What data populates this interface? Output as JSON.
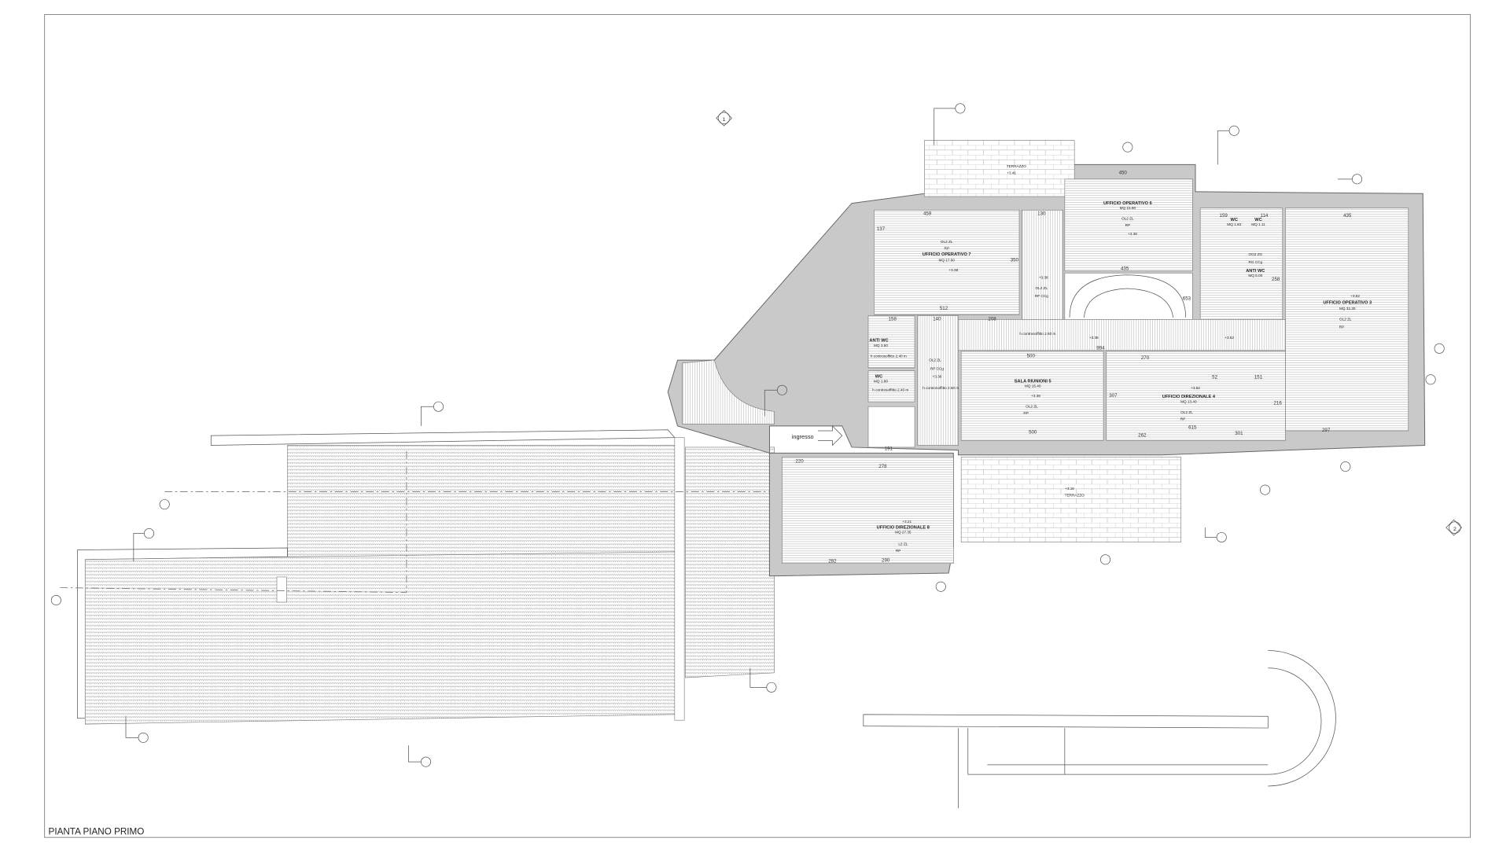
{
  "drawing": {
    "title": "PIANTA PIANO PRIMO",
    "grid_markers": [
      "1",
      "2"
    ],
    "entrance_label": "ingresso"
  },
  "rooms": [
    {
      "name": "UFFICIO OPERATIVO 7",
      "area": "MQ 17.60",
      "finish": "OL2  ZL",
      "floor": "RP",
      "level": "+3.38"
    },
    {
      "name": "UFFICIO OPERATIVO 6",
      "area": "MQ 15.90",
      "finish": "OL2  ZL",
      "floor": "RP",
      "level": "+3.38"
    },
    {
      "name": "UFFICIO OPERATIVO 3",
      "area": "MQ 32.30",
      "finish": "OL2  ZL",
      "floor": "RP",
      "level": "+3.52"
    },
    {
      "name": "SALA RIUNIONI 5",
      "area": "MQ 15.40",
      "finish": "OL2  ZL",
      "floor": "RP",
      "level": "+3.38"
    },
    {
      "name": "UFFICIO DIREZIONALE 4",
      "area": "MQ 13.40",
      "finish": "OL2  ZL",
      "floor": "RP",
      "level": "+3.52"
    },
    {
      "name": "UFFICIO DIREZIONALE 8",
      "area": "MQ 27.35",
      "finish": "L2  ZL",
      "floor": "RP",
      "level": "+3.21"
    },
    {
      "name": "ANTI WC",
      "area": "MQ 3.50",
      "ceiling": "h controsoffitto 2.40 m"
    },
    {
      "name": "WC",
      "area": "MQ 1.80",
      "ceiling": "h controsoffitto 2.40 m"
    },
    {
      "name": "WC",
      "area": "MQ 1.83"
    },
    {
      "name": "WC",
      "area": "MQ 1.11"
    },
    {
      "name": "ANTI WC",
      "area": "MQ 5.00",
      "finish": "OG2  ZG",
      "floor": "RG CCg"
    },
    {
      "name": "TERRAZZO",
      "level": "+3.41"
    },
    {
      "name": "TERRAZZO",
      "level": "+3.16"
    }
  ],
  "corridors": [
    {
      "finish": "OL2  ZL",
      "floor": "RP CCg",
      "level": "+3.38"
    },
    {
      "finish": "OL2  ZL",
      "floor": "RP CCg",
      "level": "+3.38",
      "ceiling": "h controsoffitto 2.60 m"
    },
    {
      "ceiling": "h controsoffitto 2.60 m",
      "level": "+3.38"
    },
    {
      "level": "+3.52"
    }
  ],
  "dimensions": [
    "459",
    "130",
    "450",
    "435",
    "159",
    "114",
    "435",
    "137",
    "350",
    "512",
    "158",
    "140",
    "208",
    "994",
    "500",
    "270",
    "52",
    "151",
    "307",
    "216",
    "500",
    "615",
    "301",
    "297",
    "262",
    "191",
    "220",
    "278",
    "282",
    "290",
    "258",
    "653"
  ]
}
